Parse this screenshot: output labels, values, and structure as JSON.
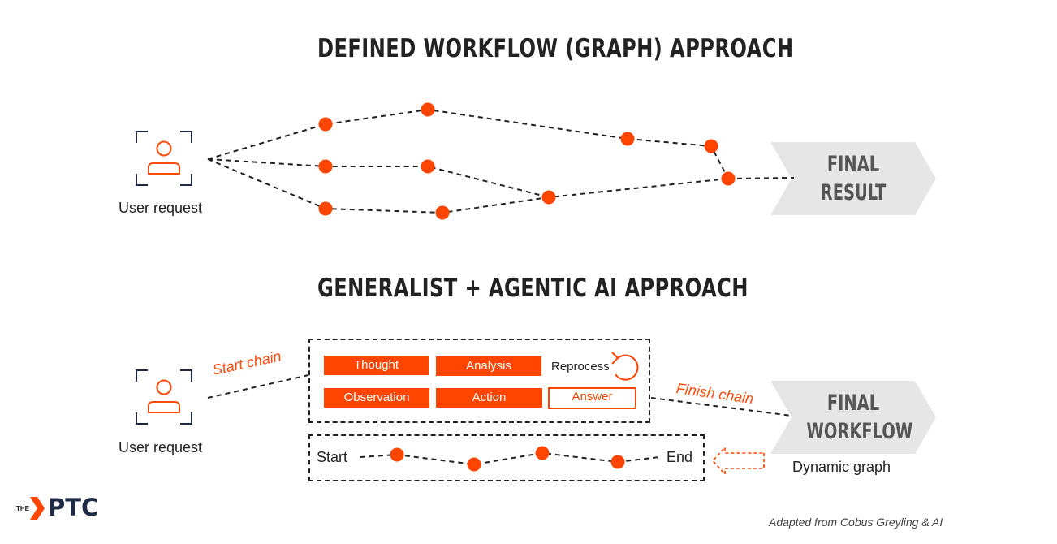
{
  "top": {
    "title": "DEFINED WORKFLOW (GRAPH) APPROACH",
    "user_label": "User request",
    "final_line1": "FINAL",
    "final_line2": "RESULT"
  },
  "bottom": {
    "title": "GENERALIST + AGENTIC AI APPROACH",
    "user_label": "User request",
    "start_chain": "Start chain",
    "finish_chain": "Finish chain",
    "chips": {
      "thought": "Thought",
      "analysis": "Analysis",
      "reprocess": "Reprocess",
      "observation": "Observation",
      "action": "Action",
      "answer": "Answer"
    },
    "graph_start": "Start",
    "graph_end": "End",
    "final_line1": "FINAL",
    "final_line2": "WORKFLOW",
    "dynamic_graph": "Dynamic graph"
  },
  "logo": {
    "small": "THE",
    "brand": "PTC"
  },
  "credit": "Adapted from Cobus Greyling & AI",
  "colors": {
    "accent": "#ff4500",
    "text": "#222222",
    "arrow_fill": "#e6e6e6"
  }
}
